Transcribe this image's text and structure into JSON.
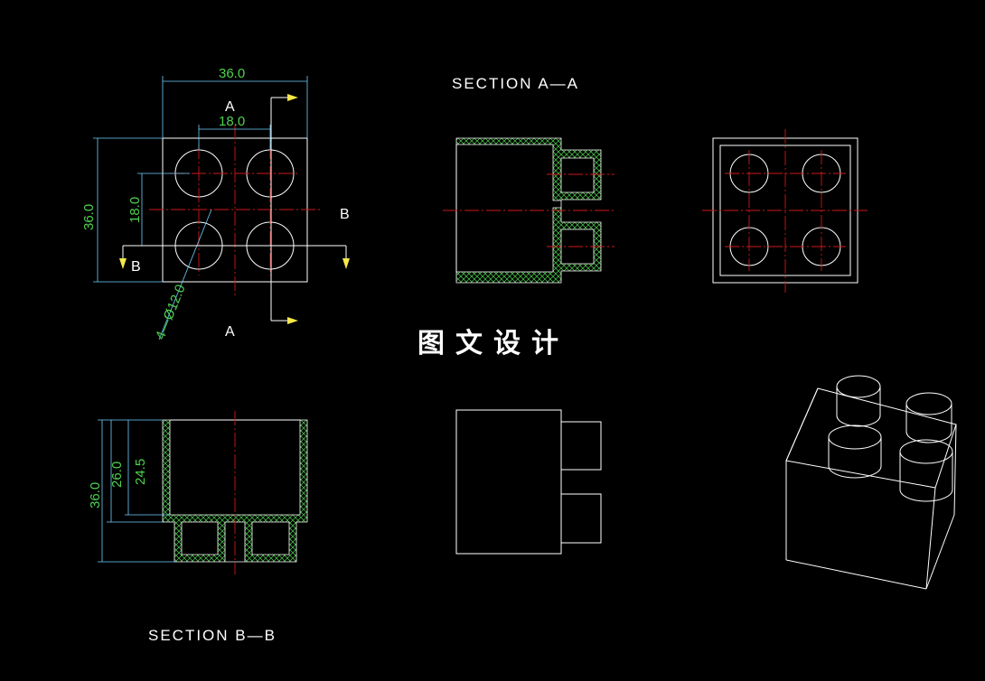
{
  "drawing": {
    "watermark": "图文设计",
    "section_aa_title": "SECTION A—A",
    "section_bb_title": "SECTION B—B",
    "top_view": {
      "width_dim": "36.0",
      "hole_spacing_dim": "18.0",
      "height_dim": "36.0",
      "vertical_spacing_dim": "18.0",
      "hole_callout": "4—Ø12.0",
      "cut_label_a_top": "A",
      "cut_label_a_bottom": "A",
      "cut_label_b_left": "B",
      "cut_label_b_right": "B"
    },
    "section_bb": {
      "total_height_dim": "36.0",
      "body_height_dim": "26.0",
      "inner_depth_dim": "24.5"
    }
  }
}
